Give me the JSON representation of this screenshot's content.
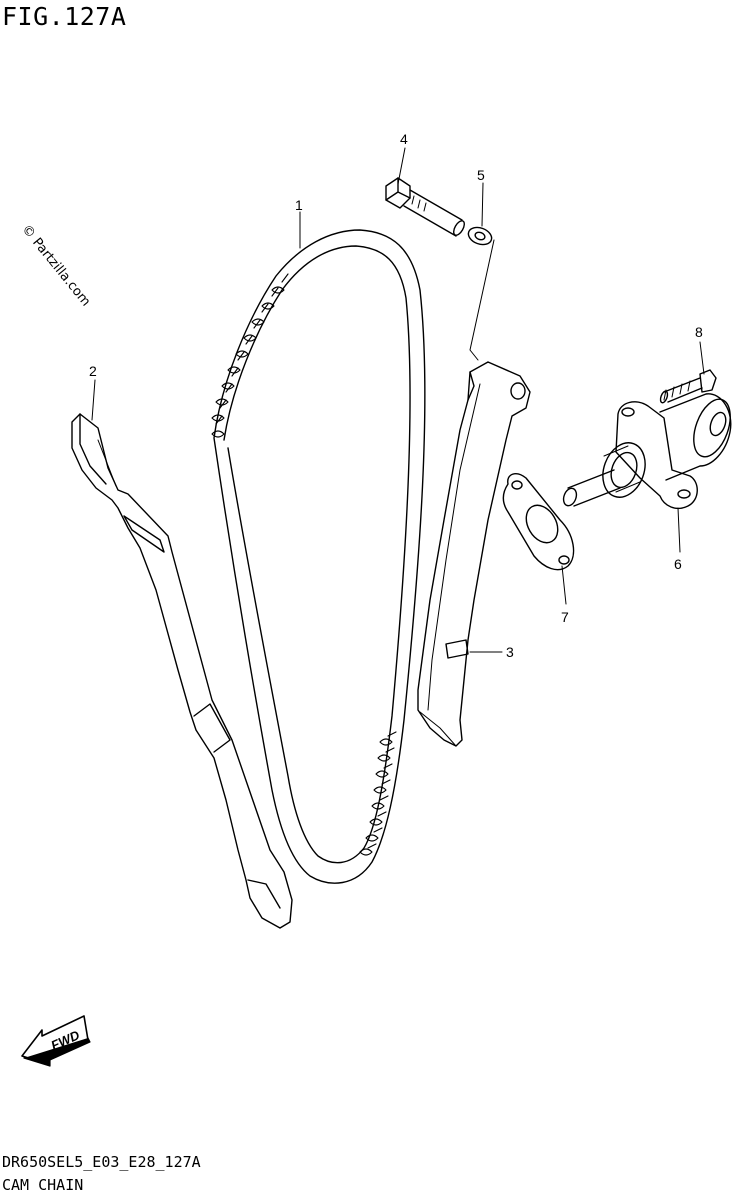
{
  "figure": {
    "title": "FIG.127A",
    "model_code": "DR650SEL5_E03_E28_127A",
    "section_name": "CAM CHAIN",
    "copyright": "© Partzilla.com",
    "fwd_label": "FWD"
  },
  "callouts": [
    {
      "number": "1"
    },
    {
      "number": "2"
    },
    {
      "number": "3"
    },
    {
      "number": "4"
    },
    {
      "number": "5"
    },
    {
      "number": "6"
    },
    {
      "number": "7"
    },
    {
      "number": "8"
    }
  ]
}
